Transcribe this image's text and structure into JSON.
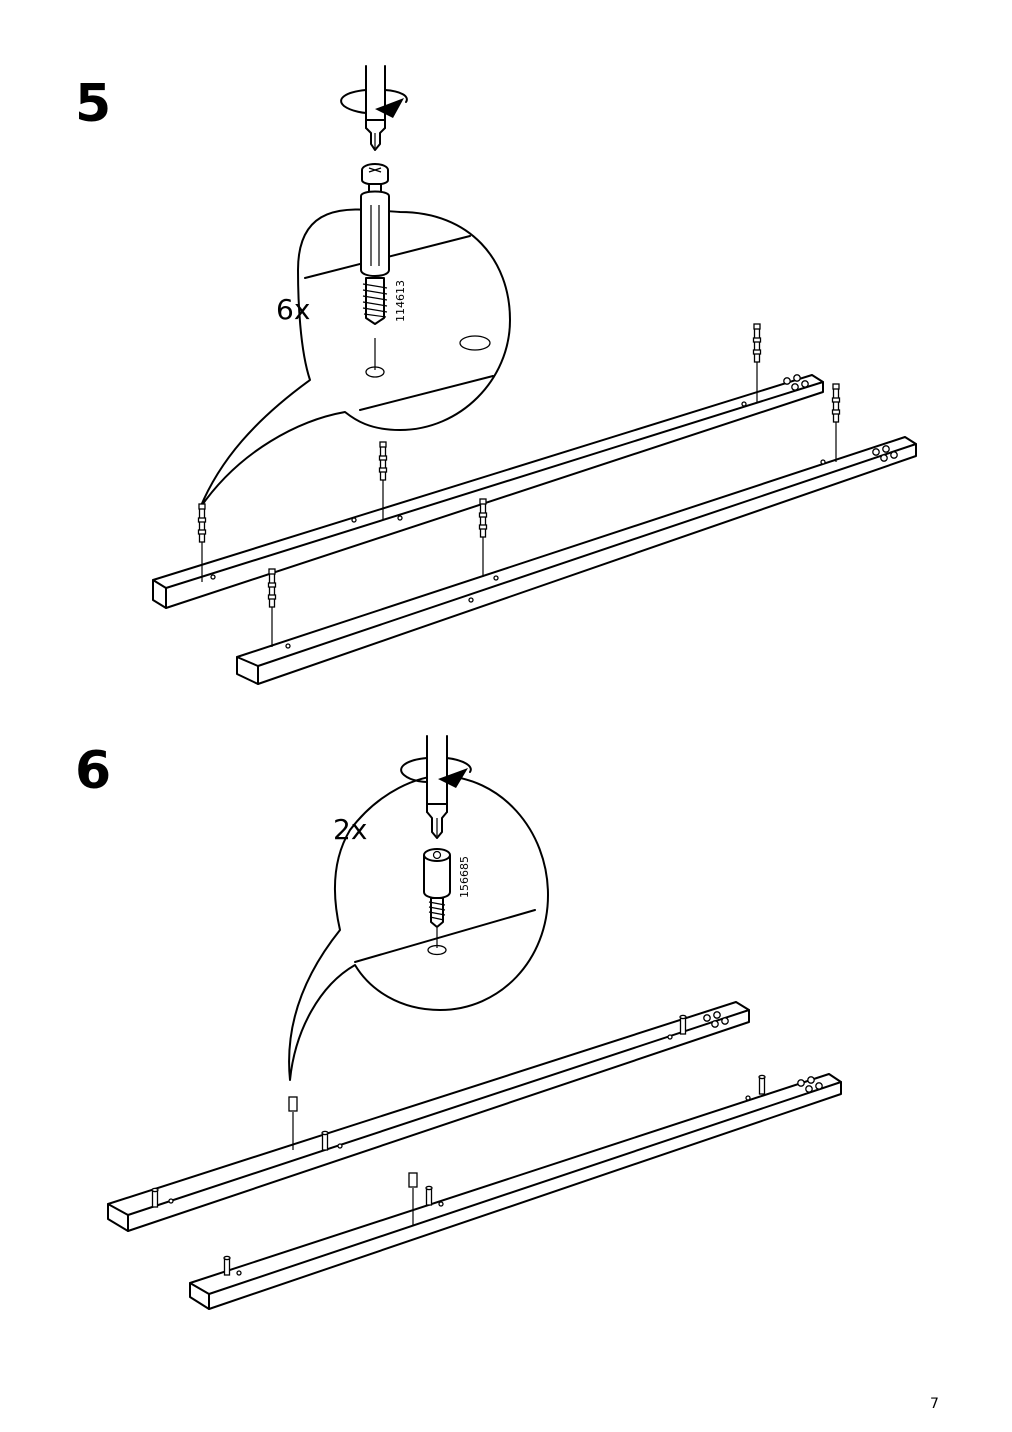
{
  "steps": [
    {
      "number": "5",
      "quantity": "6x",
      "part_number": "114613",
      "tool": "phillips-screwdriver",
      "fastener": "cam-lock-dowel"
    },
    {
      "number": "6",
      "quantity": "2x",
      "part_number": "156685",
      "tool": "phillips-screwdriver",
      "fastener": "hex-connector-bolt"
    }
  ],
  "page": {
    "number": "7"
  }
}
